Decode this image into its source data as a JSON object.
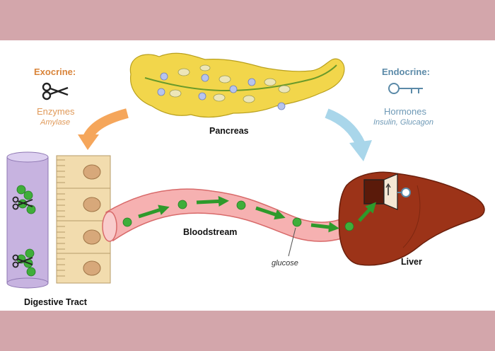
{
  "exocrine": {
    "title": "Exocrine:",
    "product": "Enzymes",
    "example": "Amylase"
  },
  "endocrine": {
    "title": "Endocrine:",
    "product": "Hormones",
    "example": "Insulin, Glucagon"
  },
  "labels": {
    "pancreas": "Pancreas",
    "bloodstream": "Bloodstream",
    "liver": "Liver",
    "digestive_tract": "Digestive Tract",
    "glucose": "glucose"
  },
  "colors": {
    "frame": "#d3a6ab",
    "exocrine": "#d9843a",
    "endocrine": "#5b8aa8",
    "pancreas": "#f2d64b",
    "vessel": "#f6b1b1",
    "liver": "#9c3318",
    "glucose": "#3fae3a",
    "digestive_tract": "#c7b3e0",
    "cells": "#f2dcae"
  },
  "icons": [
    "scissors-icon",
    "key-icon",
    "door-icon"
  ]
}
